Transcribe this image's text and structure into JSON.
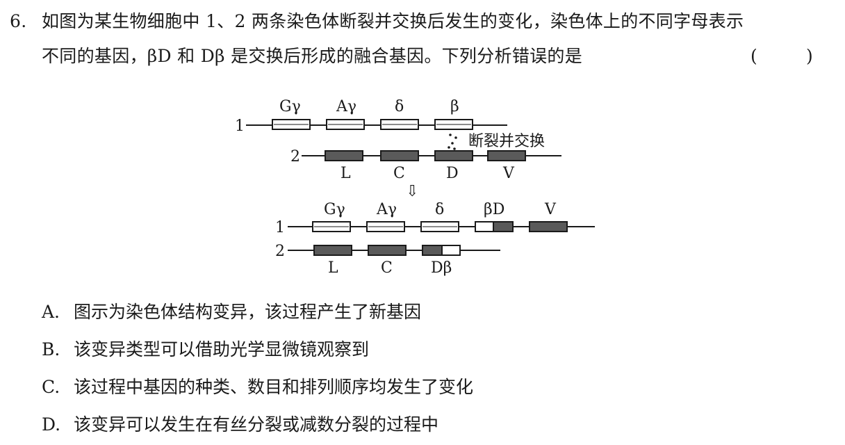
{
  "question": {
    "number": "6.",
    "stem_line1": "如图为某生物细胞中 1、2 两条染色体断裂并交换后发生的变化，染色体上的不同字母表示",
    "stem_line2": "不同的基因，βD 和 Dβ 是交换后形成的融合基因。下列分析错误的是",
    "answer_paren_left": "(",
    "answer_paren_right": ")"
  },
  "diagram": {
    "before": {
      "chromosome1_label": "1",
      "chromosome2_label": "2",
      "chromosome1_genes": [
        "Gγ",
        "Aγ",
        "δ",
        "β"
      ],
      "chromosome2_genes": [
        "L",
        "C",
        "D",
        "V"
      ],
      "break_label": "断裂并交换"
    },
    "arrow": "⇩",
    "after": {
      "chromosome1_label": "1",
      "chromosome2_label": "2",
      "chromosome1_genes": [
        "Gγ",
        "Aγ",
        "δ",
        "βD",
        "V"
      ],
      "chromosome2_genes": [
        "L",
        "C",
        "Dβ"
      ]
    }
  },
  "options": [
    {
      "letter": "A.",
      "text": "图示为染色体结构变异，该过程产生了新基因"
    },
    {
      "letter": "B.",
      "text": "该变异类型可以借助光学显微镜观察到"
    },
    {
      "letter": "C.",
      "text": "该过程中基因的种类、数目和排列顺序均发生了变化"
    },
    {
      "letter": "D.",
      "text": "该变异可以发生在有丝分裂或减数分裂的过程中"
    }
  ]
}
